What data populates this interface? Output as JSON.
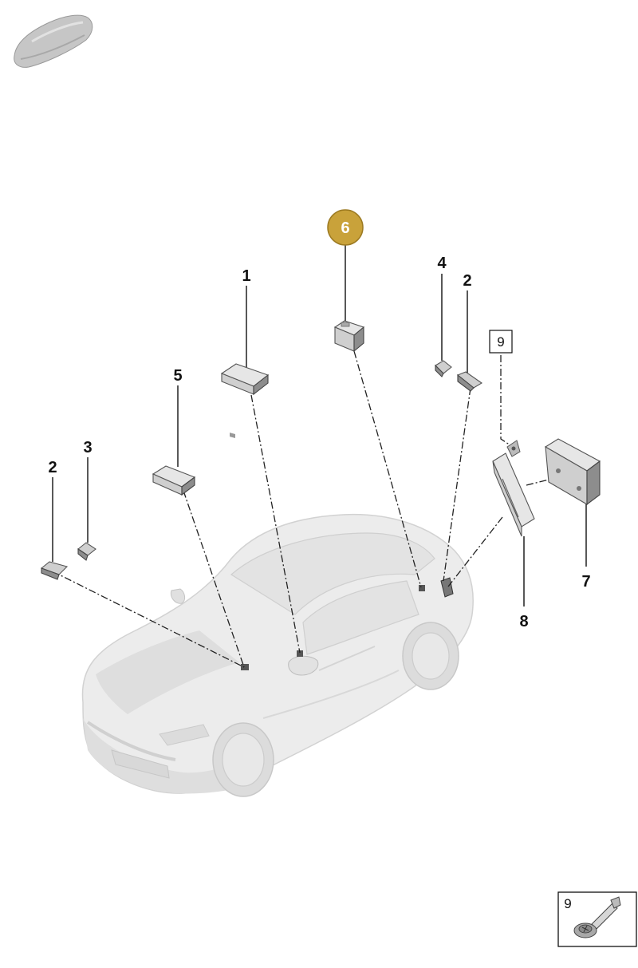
{
  "callouts": {
    "n1": "1",
    "n2a": "2",
    "n2b": "2",
    "n3": "3",
    "n4": "4",
    "n5": "5",
    "n6": "6",
    "n7": "7",
    "n8": "8",
    "n9_box": "9",
    "n9_legend": "9"
  },
  "colors": {
    "highlight_badge": "#c9a23a",
    "badge_text": "#ffffff",
    "car_body": "#ececec",
    "line": "#111111"
  },
  "icons": {
    "top_left": "car-silhouette-icon",
    "legend": "screw-bolt-icon"
  }
}
